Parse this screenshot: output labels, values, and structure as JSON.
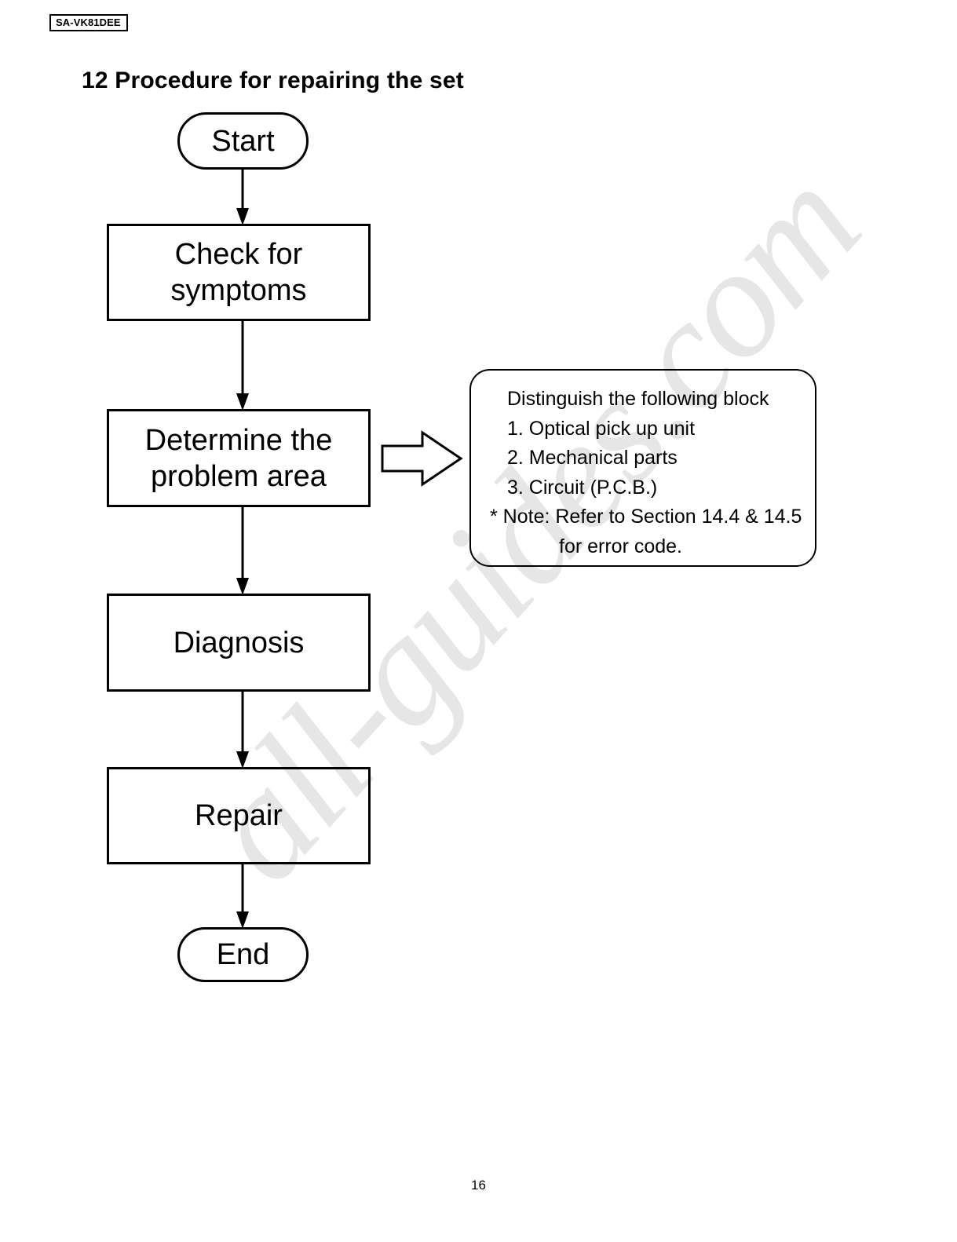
{
  "document": {
    "model_number": "SA-VK81DEE",
    "page_number": "16",
    "watermark": "all-guides.com"
  },
  "heading": {
    "title": "12 Procedure for repairing the set"
  },
  "flowchart": {
    "nodes": [
      {
        "id": "start",
        "label": "Start",
        "shape": "terminator"
      },
      {
        "id": "check",
        "label": "Check for\nsymptoms",
        "shape": "process"
      },
      {
        "id": "determine",
        "label": "Determine the\nproblem area",
        "shape": "process"
      },
      {
        "id": "diagnosis",
        "label": "Diagnosis",
        "shape": "process"
      },
      {
        "id": "repair",
        "label": "Repair",
        "shape": "process"
      },
      {
        "id": "end",
        "label": "End",
        "shape": "terminator"
      }
    ],
    "connectors": [
      {
        "from": "start",
        "to": "check",
        "type": "arrow-down"
      },
      {
        "from": "check",
        "to": "determine",
        "type": "arrow-down"
      },
      {
        "from": "determine",
        "to": "diagnosis",
        "type": "arrow-down"
      },
      {
        "from": "diagnosis",
        "to": "repair",
        "type": "arrow-down"
      },
      {
        "from": "repair",
        "to": "end",
        "type": "arrow-down"
      },
      {
        "from": "determine",
        "to": "callout",
        "type": "block-arrow-right"
      }
    ]
  },
  "callout": {
    "heading": "Distinguish the following block",
    "items": [
      "1. Optical pick up unit",
      "2. Mechanical parts",
      "3. Circuit (P.C.B.)"
    ],
    "note_line_1": "* Note: Refer to Section 14.4 & 14.5",
    "note_line_2": "for error code."
  },
  "colors": {
    "ink": "#000000",
    "paper": "#ffffff",
    "watermark": "#e6e6e6"
  }
}
